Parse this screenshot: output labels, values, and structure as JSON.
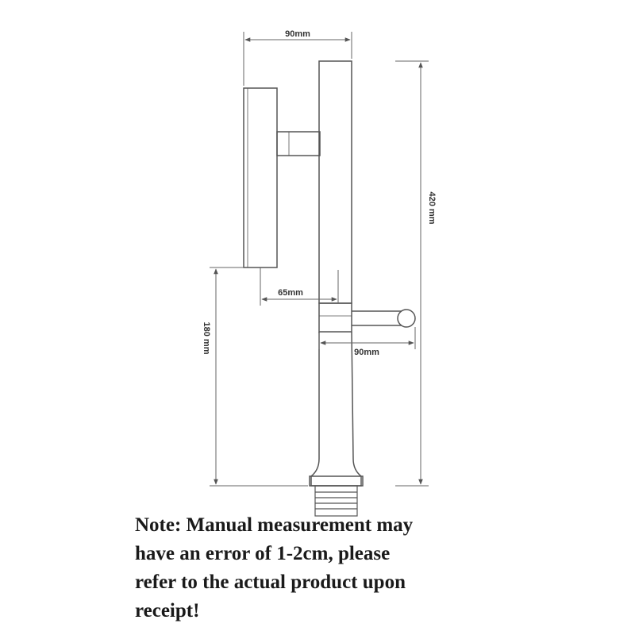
{
  "dimensions": {
    "top_width": "90mm",
    "total_height": "420 mm",
    "spout_height": "180 mm",
    "offset": "65mm",
    "handle_width": "90mm"
  },
  "note": {
    "lines": [
      "Note: Manual measurement may",
      "have an error of 1-2cm, please",
      "refer to the actual product upon",
      "receipt!"
    ]
  },
  "colors": {
    "outline": "#555555",
    "dimension_line": "#666666",
    "note_text": "#1a1a1a"
  }
}
